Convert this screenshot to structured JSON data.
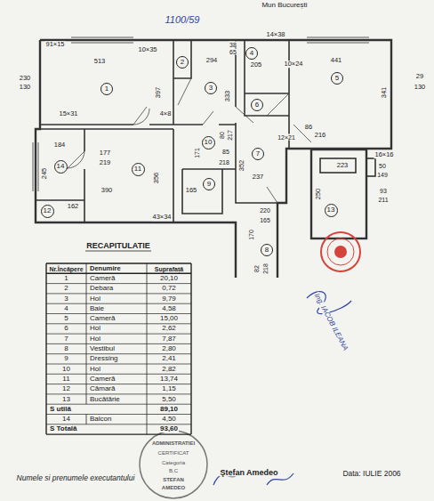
{
  "diagram": {
    "nodes": [
      {
        "text": [
          "4"
        ]
      },
      {
        "text": [
          "2"
        ]
      },
      {
        "text": [
          "1"
        ]
      },
      {
        "text": [
          "5"
        ]
      },
      {
        "text": [
          "3"
        ]
      },
      {
        "text": [
          "6"
        ]
      },
      {
        "text": [
          "10"
        ]
      },
      {
        "text": [
          "14"
        ]
      },
      {
        "text": [
          "7"
        ]
      },
      {
        "text": [
          "11"
        ]
      },
      {
        "text": [
          "9"
        ]
      },
      {
        "text": [
          "12"
        ]
      },
      {
        "text": [
          "13"
        ]
      },
      {
        "text": [
          "8"
        ]
      }
    ],
    "labels": [
      "1100/59",
      "Mun București",
      "91×15",
      "513",
      "10×35",
      "38",
      "65",
      "14×38",
      "294",
      "205",
      "10×24",
      "441",
      "230",
      "130",
      "29",
      "130",
      "397",
      "333",
      "341",
      "86",
      "216",
      "80",
      "217",
      "15×31",
      "4×8",
      "12×21",
      "16×16",
      "184",
      "177",
      "219",
      "356",
      "171",
      "85",
      "218",
      "352",
      "237",
      "245",
      "223",
      "250",
      "50",
      "149",
      "93",
      "211",
      "165",
      "390",
      "162",
      "43×34",
      "220",
      "165",
      "170",
      "82",
      "218",
      "RECAPITULATIE",
      "Nr.Încăpere",
      "Denumire",
      "Suprafață",
      "1",
      "Cameră",
      "20,10",
      "2",
      "Debara",
      "0,72",
      "3",
      "Hol",
      "9,79",
      "4",
      "Baie",
      "4,58",
      "5",
      "Cameră",
      "15,00",
      "6",
      "Hol",
      "2,62",
      "7",
      "Hol",
      "7,87",
      "8",
      "Vestibul",
      "2,80",
      "9",
      "Dressing",
      "2,41",
      "10",
      "Hol",
      "2,82",
      "11",
      "Cameră",
      "13,74",
      "12",
      "Cămară",
      "1,15",
      "13",
      "Bucătărie",
      "5,50",
      "S utilă",
      "89,10",
      "14",
      "Balcon",
      "4,50",
      "S Totală",
      "93,60",
      "Numele si prenumele executantului",
      "Ştefan Amedeo",
      "Data: IULIE 2006",
      "ADMINISTRATIEI",
      "CERTIFICAT",
      "Categoria",
      "B,C",
      "STEFAN",
      "AMEDEO",
      "Ing. IACOB ILEANA"
    ]
  }
}
